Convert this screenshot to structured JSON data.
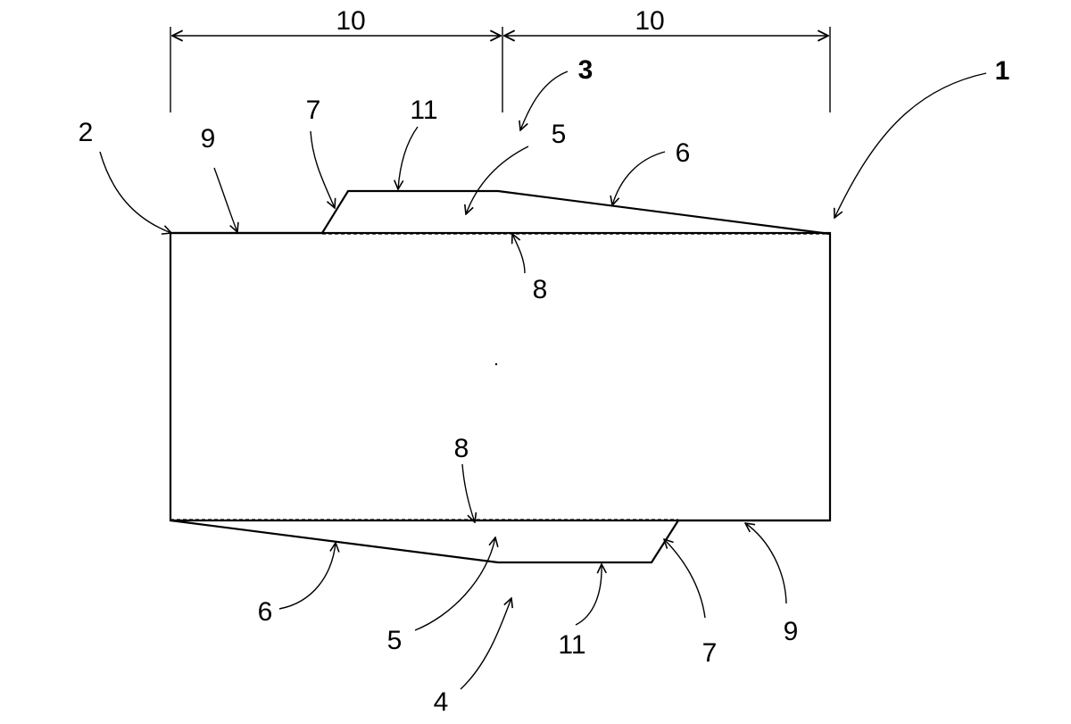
{
  "labels": {
    "dim_left": "10",
    "dim_right": "10",
    "ref_1": "1",
    "ref_2": "2",
    "ref_3": "3",
    "ref_4": "4",
    "ref_5_top": "5",
    "ref_5_bottom": "5",
    "ref_6_top": "6",
    "ref_6_bottom": "6",
    "ref_7_top": "7",
    "ref_7_bottom": "7",
    "ref_8_top": "8",
    "ref_8_bottom": "8",
    "ref_9_top": "9",
    "ref_9_bottom": "9",
    "ref_11_top": "11",
    "ref_11_bottom": "11"
  },
  "colors": {
    "stroke": "#000000",
    "background": "#ffffff"
  }
}
